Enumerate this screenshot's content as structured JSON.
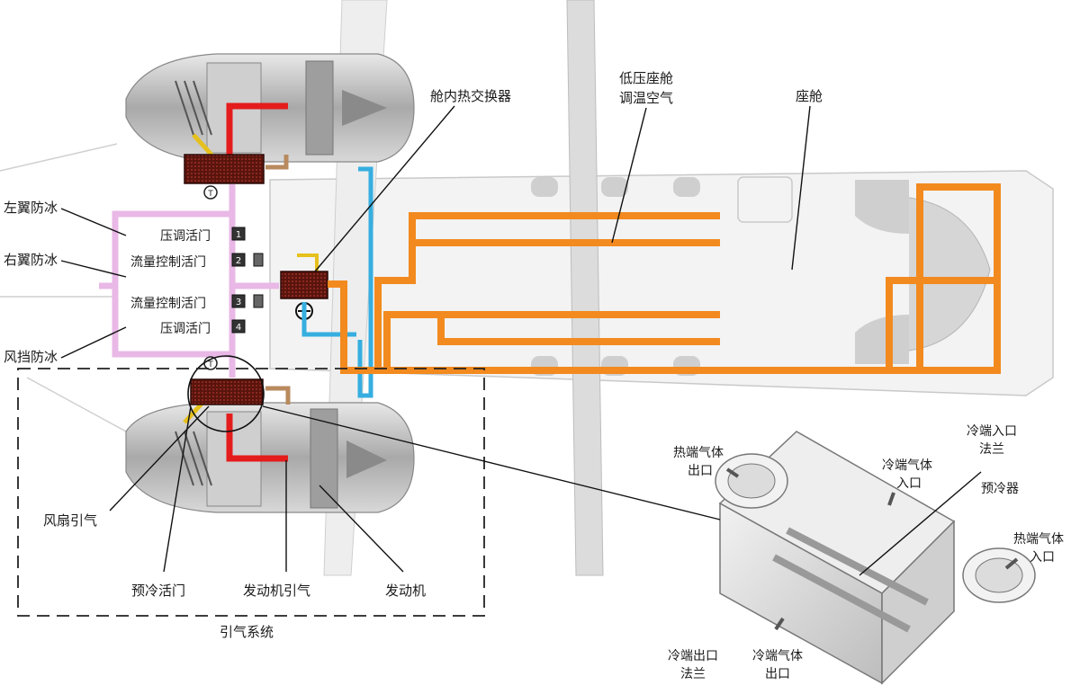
{
  "labels": {
    "left_wing_anti_ice": "左翼防冰",
    "right_wing_anti_ice": "右翼防冰",
    "windshield_anti_ice": "风挡防冰",
    "pressure_valve_top": "压调活门",
    "flow_control_valve_top": "流量控制活门",
    "flow_control_valve_bottom": "流量控制活门",
    "pressure_valve_bottom": "压调活门",
    "cabin_heat_exchanger": "舱内热交换器",
    "low_pressure_cabin_air_1": "低压座舱",
    "low_pressure_cabin_air_2": "调温空气",
    "cabin": "座舱",
    "fan_bleed": "风扇引气",
    "precooler_valve": "预冷活门",
    "engine_bleed": "发动机引气",
    "engine": "发动机",
    "bleed_system": "引气系统",
    "hot_gas_outlet_1": "热端气体",
    "hot_gas_outlet_2": "出口",
    "cold_gas_inlet_1": "冷端气体",
    "cold_gas_inlet_2": "入口",
    "cold_inlet_flange_1": "冷端入口",
    "cold_inlet_flange_2": "法兰",
    "precooler": "预冷器",
    "hot_gas_inlet_1": "热端气体",
    "hot_gas_inlet_2": "入口",
    "cold_outlet_flange_1": "冷端出口",
    "cold_outlet_flange_2": "法兰",
    "cold_gas_outlet_1": "冷端气体",
    "cold_gas_outlet_2": "出口"
  },
  "valve_numbers": {
    "v1": "1",
    "v2": "2",
    "v3": "3",
    "v4": "4",
    "sensor_top": "T",
    "sensor_bottom": "T"
  },
  "colors": {
    "pink_duct": "#e9b8e6",
    "orange_duct": "#f28a1f",
    "red_duct": "#e41c1c",
    "cyan_duct": "#36aee0",
    "yellow_duct": "#e6c01c",
    "tan_duct": "#b88a5e",
    "precooler_box": "#6b1a12",
    "engine_grey": "#b8b8b8"
  }
}
